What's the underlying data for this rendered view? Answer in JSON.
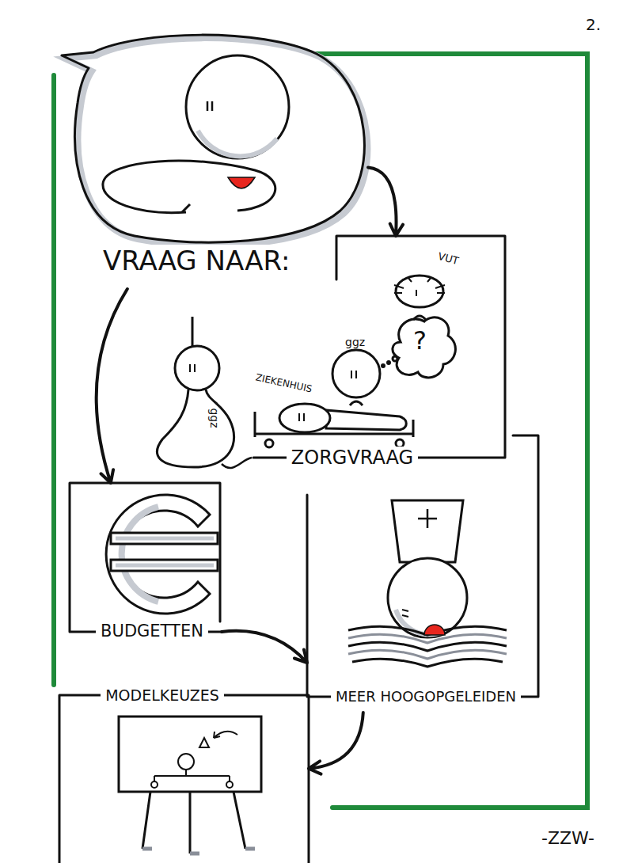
{
  "diagram": {
    "nodes": [
      {
        "text": [
          "VRAAG NAAR:"
        ]
      },
      {
        "text": [
          "ZORGVRAAG"
        ]
      },
      {
        "text": [
          "BUDGETTEN"
        ]
      },
      {
        "text": [
          "MEER HOOGOPGELEIDEN"
        ]
      },
      {
        "text": [
          "MODELKEUZES"
        ]
      }
    ],
    "edges": [
      {
        "from": 0,
        "to": 1,
        "arrow": "to"
      },
      {
        "from": 0,
        "to": 2,
        "arrow": "to"
      },
      {
        "from": 2,
        "to": 3,
        "arrow": "to"
      },
      {
        "from": 3,
        "to": 4,
        "arrow": "to"
      }
    ],
    "labels": [
      "2.",
      "VUT",
      "ggz",
      "?",
      "ZIEKENHUIS",
      "ggz",
      "-ZZW-"
    ]
  }
}
